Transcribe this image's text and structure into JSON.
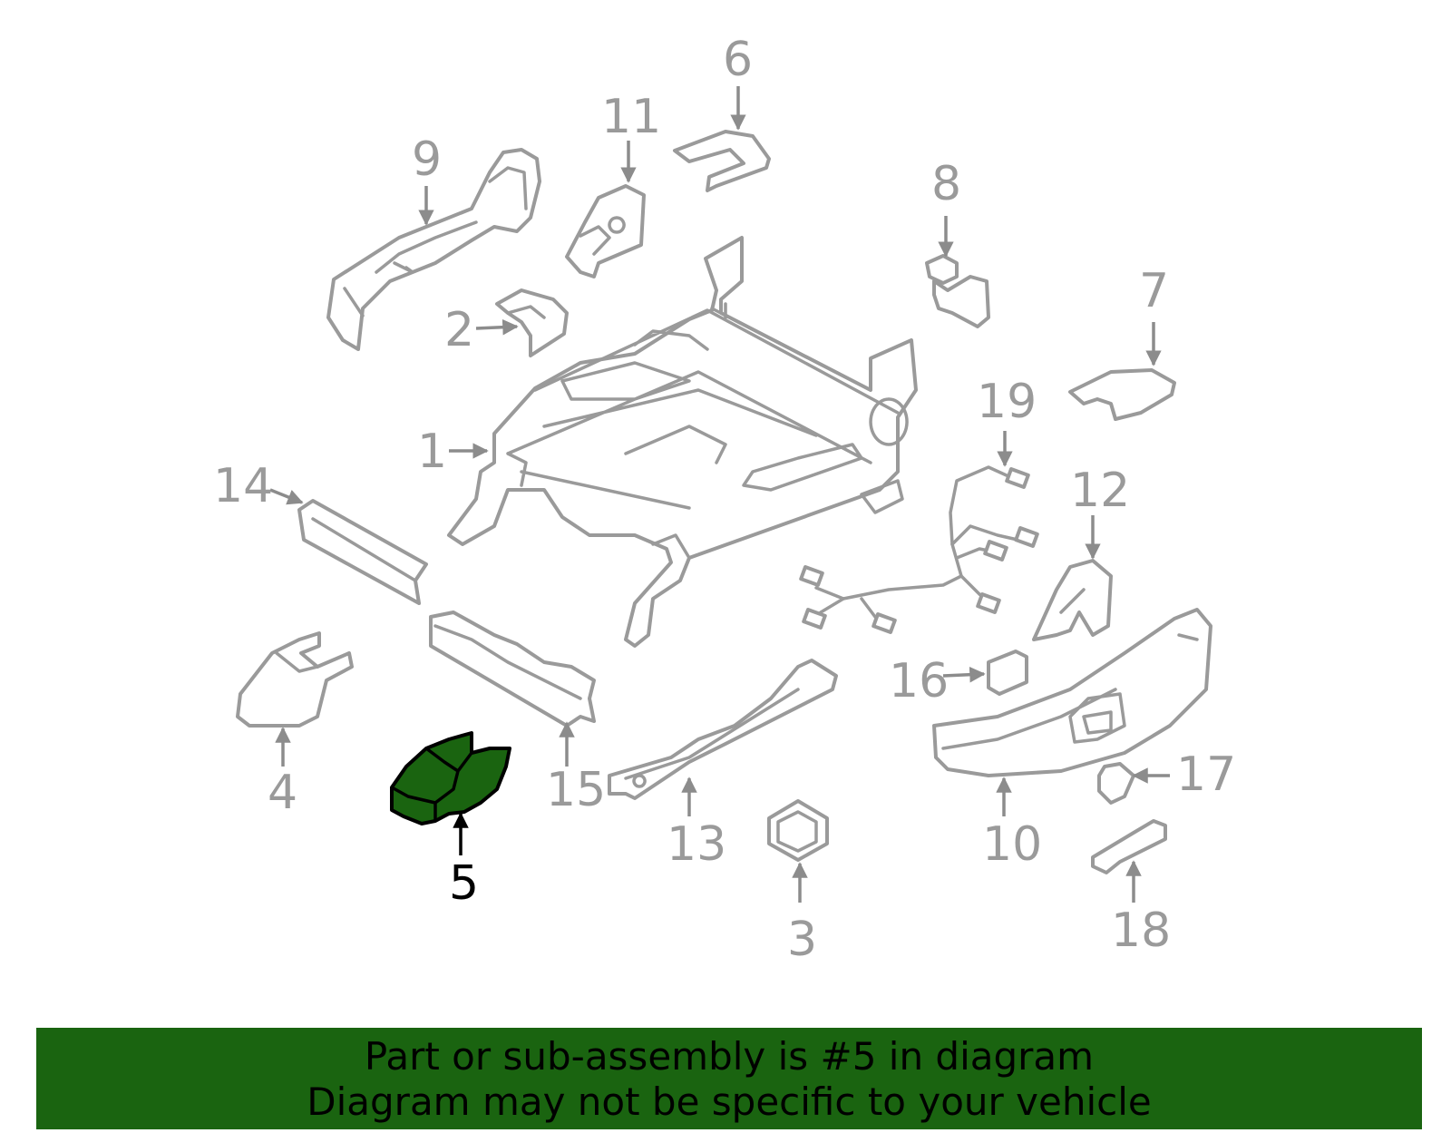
{
  "callouts": {
    "c1": "1",
    "c2": "2",
    "c3": "3",
    "c4": "4",
    "c5": "5",
    "c6": "6",
    "c7": "7",
    "c8": "8",
    "c9": "9",
    "c10": "10",
    "c11": "11",
    "c12": "12",
    "c13": "13",
    "c14": "14",
    "c15": "15",
    "c16": "16",
    "c17": "17",
    "c18": "18",
    "c19": "19"
  },
  "highlighted_part": "5",
  "colors": {
    "highlight_fill": "#1a6410",
    "banner_background": "#1a6410",
    "line_gray": "#9a9a9a"
  },
  "banner": {
    "line1": "Part or sub-assembly is #5 in diagram",
    "line2": "Diagram may not be specific to your vehicle"
  }
}
